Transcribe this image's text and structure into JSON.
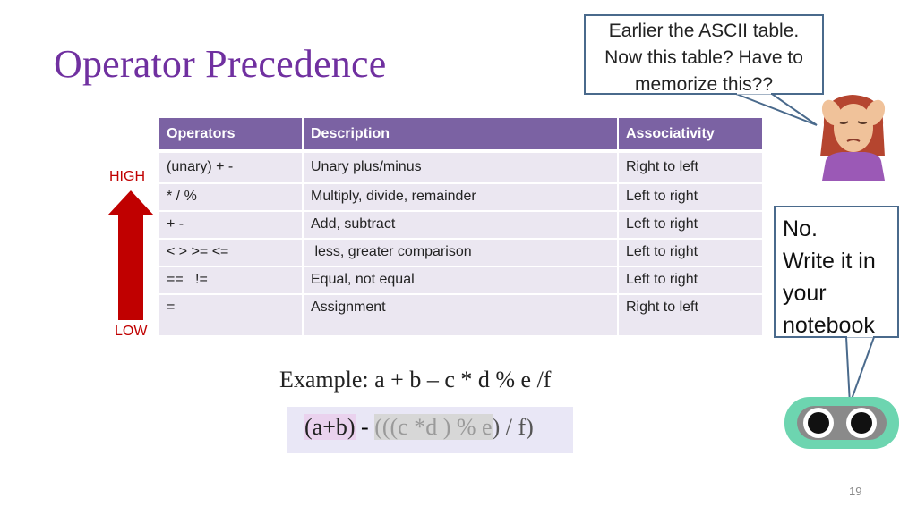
{
  "slide": {
    "title": "Operator Precedence",
    "page_number": "19"
  },
  "callouts": {
    "top_lines": [
      "Earlier the ASCII table.",
      "Now this table? Have to",
      "memorize this??"
    ],
    "right_lines": [
      "No.",
      "Write it in",
      "your",
      "notebook"
    ]
  },
  "precedence": {
    "high_label": "HIGH",
    "low_label": "LOW",
    "arrow_color": "#c00000"
  },
  "table": {
    "headers": [
      "Operators",
      "Description",
      "Associativity"
    ],
    "rows": [
      [
        "(unary) + -",
        "Unary plus/minus",
        "Right to left"
      ],
      [
        "* / %",
        "Multiply, divide, remainder",
        "Left to right"
      ],
      [
        "+ -",
        "Add, subtract",
        "Left to right"
      ],
      [
        "< > >= <=",
        " less, greater comparison",
        "Left to right"
      ],
      [
        "==   !=",
        "Equal, not equal",
        "Left to right"
      ],
      [
        "=",
        "Assignment",
        "Right to left"
      ]
    ],
    "header_color": "#7b62a3",
    "row_color": "#ebe7f1"
  },
  "example": {
    "text": "Example: a + b – c * d % e /f",
    "expr_part1": "(a+b)",
    "expr_sep": " - ",
    "expr_part2": "(((c *d ) % e",
    "expr_part3": ") / f)"
  },
  "icons": [
    "person-with-headache-icon",
    "eyes-robot-icon"
  ],
  "colors": {
    "title": "#7030a0",
    "callout_border": "#4a6a8c",
    "robot_face": "#6dd5b0"
  }
}
